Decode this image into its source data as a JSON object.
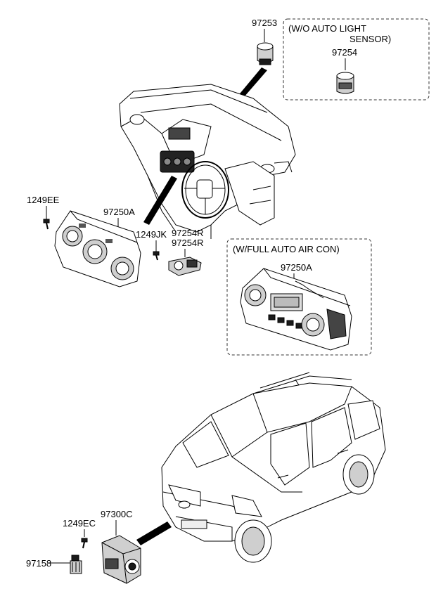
{
  "callouts": {
    "p97253": "97253",
    "p97254": "97254",
    "p1249EE": "1249EE",
    "p97250A_left": "97250A",
    "p1249JK": "1249JK",
    "p97254R_a": "97254R",
    "p97254R_b": "97254R",
    "p97250A_right": "97250A",
    "p1249EC": "1249EC",
    "p97300C": "97300C",
    "p97158": "97158"
  },
  "boxes": {
    "auto_light_line1": "(W/O AUTO LIGHT",
    "auto_light_line2": "SENSOR)",
    "full_auto_air": "(W/FULL AUTO AIR CON)"
  }
}
